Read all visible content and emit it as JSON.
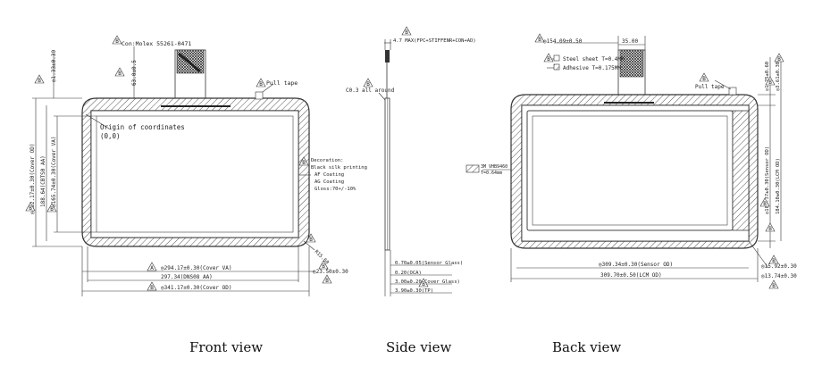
{
  "captions": {
    "front": "Front view",
    "side": "Side view",
    "back": "Back view"
  },
  "front": {
    "connector": "Con:Molex 55261-0471",
    "pull_tape": "Pull tape",
    "origin_label": "Origin of coordinates",
    "origin_coords": "(0,0)",
    "fpc_len": "63.0±0.5",
    "top_offset": "◎1.33±0.30",
    "left_dims": [
      "◎232.17±0.30(Cover OD)",
      "188.64(CBTS0 AA)",
      "◎165.74±0.30(Cover VA)"
    ],
    "decoration": [
      "Decoration:",
      "Black silk printing",
      "AF Coating",
      "AG Coating",
      "Gloss:70+/-10%"
    ],
    "bottom_dims": [
      "◎294.17±0.30(Cover VA)",
      "297.34(DNS08 AA)",
      "◎341.17±0.30(Cover OD)"
    ],
    "right_dims": [
      "◎23.50±0.30",
      "R15.60"
    ],
    "badges": [
      "B",
      "B",
      "B",
      "B",
      "B",
      "B",
      "B",
      "B",
      "A",
      "B",
      "B",
      "B"
    ]
  },
  "side": {
    "top_label": "4.7 MAX(FPC+STIFFENR+CON+AD)",
    "c_label": "C0.3 all around",
    "stack": [
      "0.70±0.05(Sensor Glass)",
      "0.20(OCA)",
      "3.00±0.20(Cover Glass)",
      "3.90±0.30(TP)"
    ],
    "badges": [
      "B",
      "B",
      "B"
    ]
  },
  "back": {
    "top_dim": "◎154.09±0.50",
    "fpc_width": "35.00",
    "steel": "Steel sheet T=0.4MM",
    "adhesive": "Adhesive T=0.175MM",
    "pull_tape": "Pull tape",
    "right_top": [
      "◎1.25±0.60",
      "◎3.61±0.30"
    ],
    "right_side": [
      "◎186.37±0.30(Sensor OD)",
      "184.10±0.30(LCM OD)"
    ],
    "side_label": [
      "3M VHB9460",
      "T=0.64mm"
    ],
    "bottom_dims": [
      "◎309.34±0.30(Sensor OD)",
      "309.70±0.50(LCM OD)"
    ],
    "bottom_right": [
      "◎15.92±0.30",
      "◎13.74±0.30"
    ],
    "badges": [
      "B",
      "B",
      "B",
      "B",
      "B",
      "B",
      "B",
      "B",
      "B"
    ]
  }
}
